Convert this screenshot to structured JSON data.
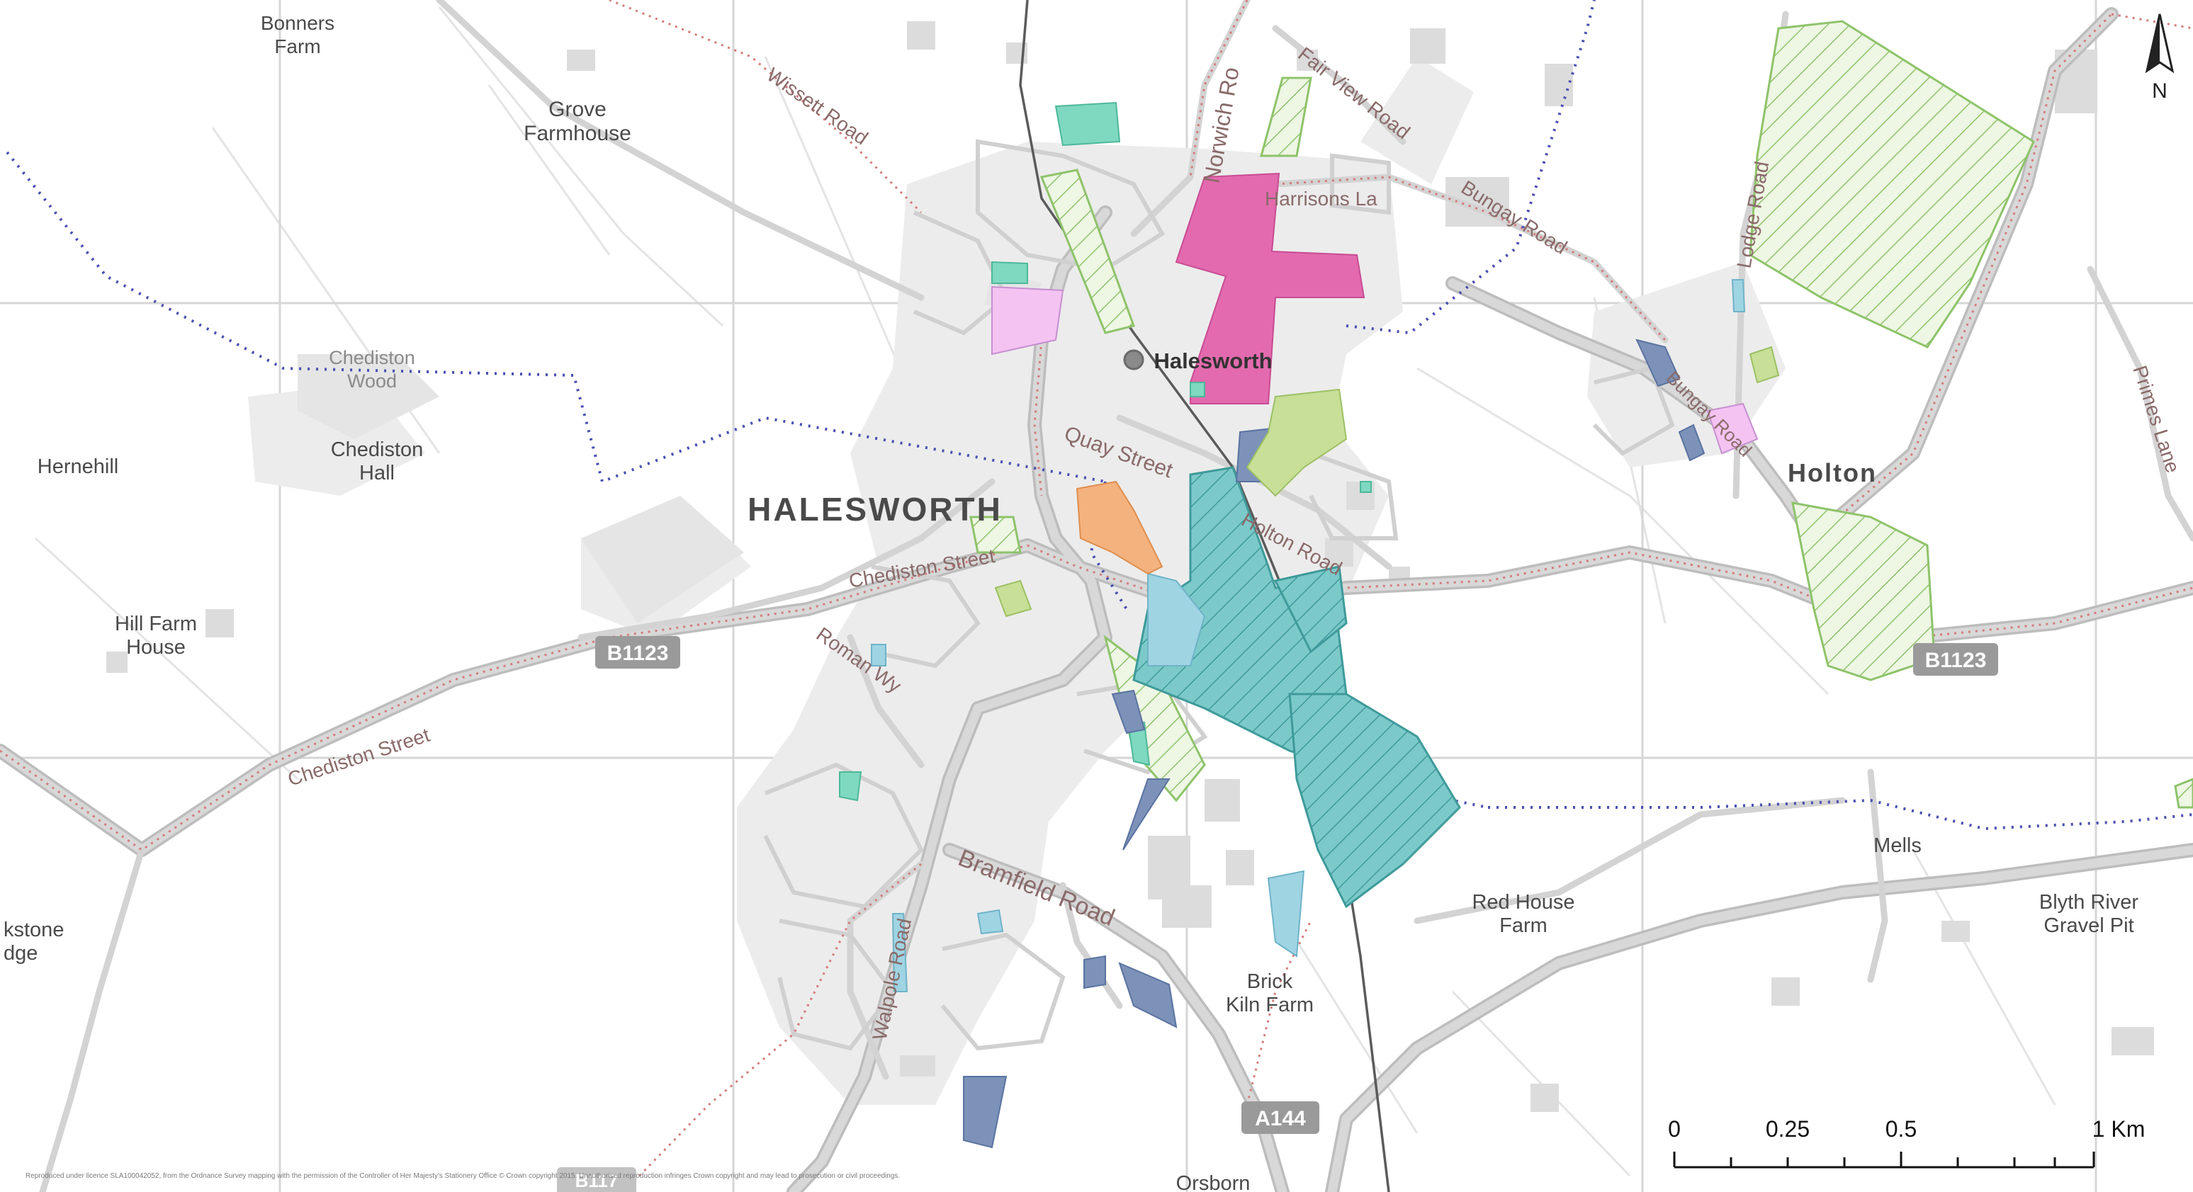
{
  "colors": {
    "background": "#ffffff",
    "grid": "#d6d6d6",
    "road_main": "#c9c9c9",
    "road_minor": "#d3d3d3",
    "road_casing": "#bdbdbd",
    "road_dots": "#d47b7b",
    "boundary_dots": "#4b4fb0",
    "railway": "#5b5b5b",
    "building": "#dcdcdc",
    "urban": "#ececec",
    "site_magenta": "#e36aae",
    "site_light_pink": "#f4c3f2",
    "site_teal": "#7fd8c0",
    "site_light_blue": "#9fd4e3",
    "site_dark_blue": "#7c92b8",
    "site_orange": "#f4b27e",
    "site_light_green": "#c7df96",
    "hatch_green": "#8ec36a",
    "hatch_teal": "#5cb5b5",
    "road_shield": "#9a9a9a"
  },
  "map": {
    "places": {
      "bonners_farm": "Bonners\nFarm",
      "grove_farmhouse": "Grove\nFarmhouse",
      "chediston_wood": "Chediston\nWood",
      "chediston_hall": "Chediston\nHall",
      "hernehill": "Hernehill",
      "halesworth_town": "HALESWORTH",
      "halesworth_station": "Halesworth",
      "hill_farm_house": "Hill Farm\nHouse",
      "holton": "Holton",
      "mells": "Mells",
      "red_house_farm": "Red House\nFarm",
      "blyth_river_gravel_pit": "Blyth River\nGravel Pit",
      "brick_kiln_farm": "Brick\nKiln Farm",
      "orsborn": "Orsborn",
      "kstone_edge": "kstone\ndge"
    },
    "roads": {
      "wissett_road": "Wissett Road",
      "norwich_road": "Norwich Ro",
      "fair_view_road": "Fair View Road",
      "harrisons_lane": "Harrisons La",
      "bungay_road_north": "Bungay Road",
      "loddon_road": "Lodge Road",
      "bungay_road_holton": "Bungay Road",
      "primes_lane": "Primes Lane",
      "quay_street": "Quay Street",
      "holton_road": "Holton Road",
      "chediston_street": "Chediston Street",
      "chediston_street_west": "Chediston Street",
      "roman_way": "Roman Wy",
      "bramfield_road": "Bramfield Road",
      "walpole_road": "Walpole Road"
    },
    "shields": {
      "b1123_west": "B1123",
      "b1123_east": "B1123",
      "a144": "A144",
      "b1117": "B117"
    },
    "north_label": "N",
    "scale_bar": {
      "labels": [
        "0",
        "0.25",
        "0.5",
        "1 Km"
      ]
    },
    "copyright": "Reproduced under licence SLA100042052, from the Ordnance Survey mapping with the permission of the Controller of Her Majesty's Stationery Office © Crown copyright 2015. Unauthorised reproduction infringes Crown copyright and may lead to prosecution or civil proceedings."
  }
}
